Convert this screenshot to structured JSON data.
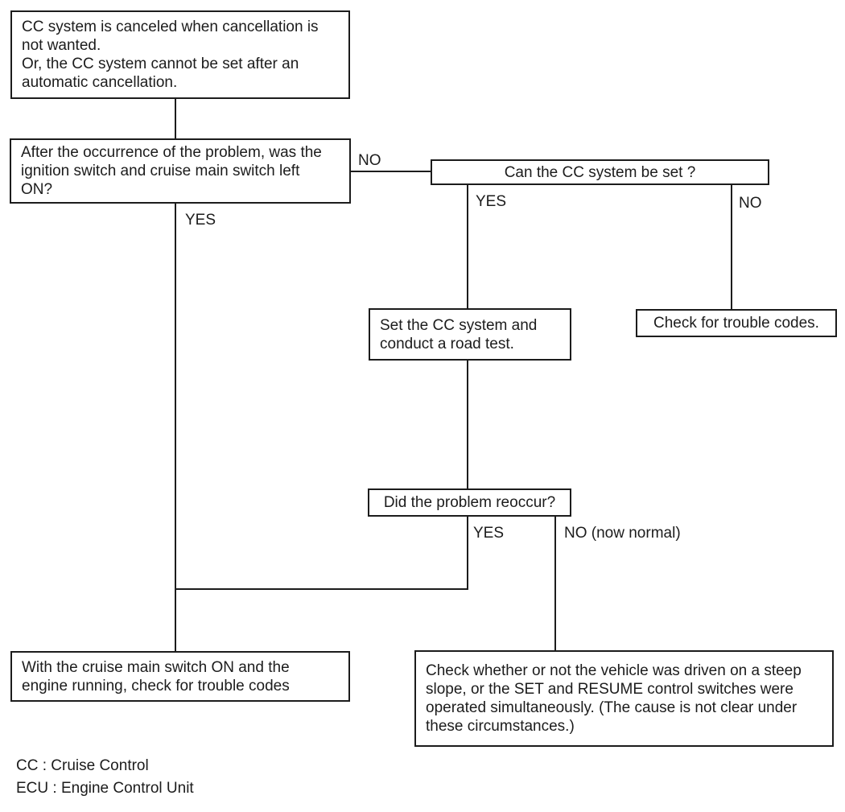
{
  "flowchart": {
    "boxes": {
      "problem_statement": "CC system is canceled when cancellation is\nnot wanted.\nOr, the CC system cannot be set after an\nautomatic cancellation.",
      "ignition_question": "After the occurrence of the problem, was the\nignition switch and cruise main switch left\nON?",
      "can_set_question": "Can the CC system be set ?",
      "road_test": "Set the CC system and\nconduct a road test.",
      "check_trouble_codes": "Check for trouble codes.",
      "reoccur_question": "Did the problem reoccur?",
      "engine_running_check": "With the cruise main switch ON and the\nengine running, check for trouble codes",
      "steep_slope_check": "Check whether or not the vehicle was driven on a steep\nslope, or the SET and RESUME control switches were\noperated simultaneously. (The cause is not clear under\nthese circumstances.)"
    },
    "branch_labels": {
      "ignition_no": "NO",
      "ignition_yes": "YES",
      "can_set_yes": "YES",
      "can_set_no": "NO",
      "reoccur_yes": "YES",
      "reoccur_no": "NO (now normal)"
    },
    "legend": {
      "cc": "CC : Cruise Control",
      "ecu": "ECU : Engine Control Unit"
    },
    "colors": {
      "ink": "#1c1c1c",
      "background": "#ffffff"
    }
  }
}
